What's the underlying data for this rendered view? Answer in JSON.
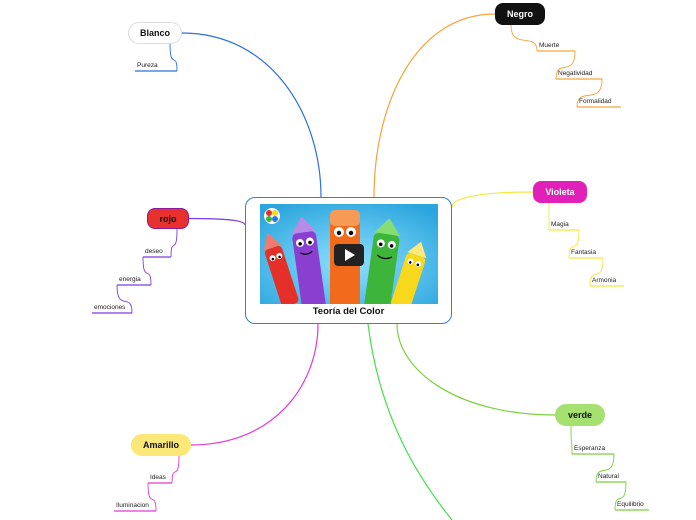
{
  "center": {
    "title": "Teoría del Color",
    "media_icon": "play-icon"
  },
  "branches": [
    {
      "id": "blanco",
      "label": "Blanco",
      "color": "#2f6fd8",
      "fill": "#ffffff",
      "text": "#111111",
      "border": "#dddddd",
      "leaves": [
        {
          "label": "Pureza"
        }
      ]
    },
    {
      "id": "negro",
      "label": "Negro",
      "color": "#f5a33a",
      "fill": "#111111",
      "text": "#ffffff",
      "border": "#111111",
      "leaves": [
        {
          "label": "Muerte"
        },
        {
          "label": "Negatividad"
        },
        {
          "label": "Formalidad"
        }
      ]
    },
    {
      "id": "violeta",
      "label": "Violeta",
      "color": "#f0ea3c",
      "fill": "#e020b8",
      "text": "#ffffff",
      "border": "#e020b8",
      "leaves": [
        {
          "label": "Magia"
        },
        {
          "label": "Fantasia"
        },
        {
          "label": "Armonia"
        }
      ]
    },
    {
      "id": "rojo",
      "label": "rojo",
      "color": "#7a3fe0",
      "fill": "#e8302e",
      "text": "#111111",
      "border": "#8a1b9a",
      "leaves": [
        {
          "label": "deseo"
        },
        {
          "label": "energia"
        },
        {
          "label": "emociones"
        }
      ]
    },
    {
      "id": "verde",
      "label": "verde",
      "color": "#7ad13c",
      "fill": "#a6e070",
      "text": "#111111",
      "border": "#a6e070",
      "leaves": [
        {
          "label": "Esperanza"
        },
        {
          "label": "Natural"
        },
        {
          "label": "Equilibrio"
        }
      ]
    },
    {
      "id": "amarillo",
      "label": "Amarillo",
      "color": "#e03ad8",
      "fill": "#fbe878",
      "text": "#111111",
      "border": "#fbe878",
      "leaves": [
        {
          "label": "Ideas"
        },
        {
          "label": "Iluminacion"
        }
      ]
    }
  ],
  "extra_branch_color": "#44e04a"
}
